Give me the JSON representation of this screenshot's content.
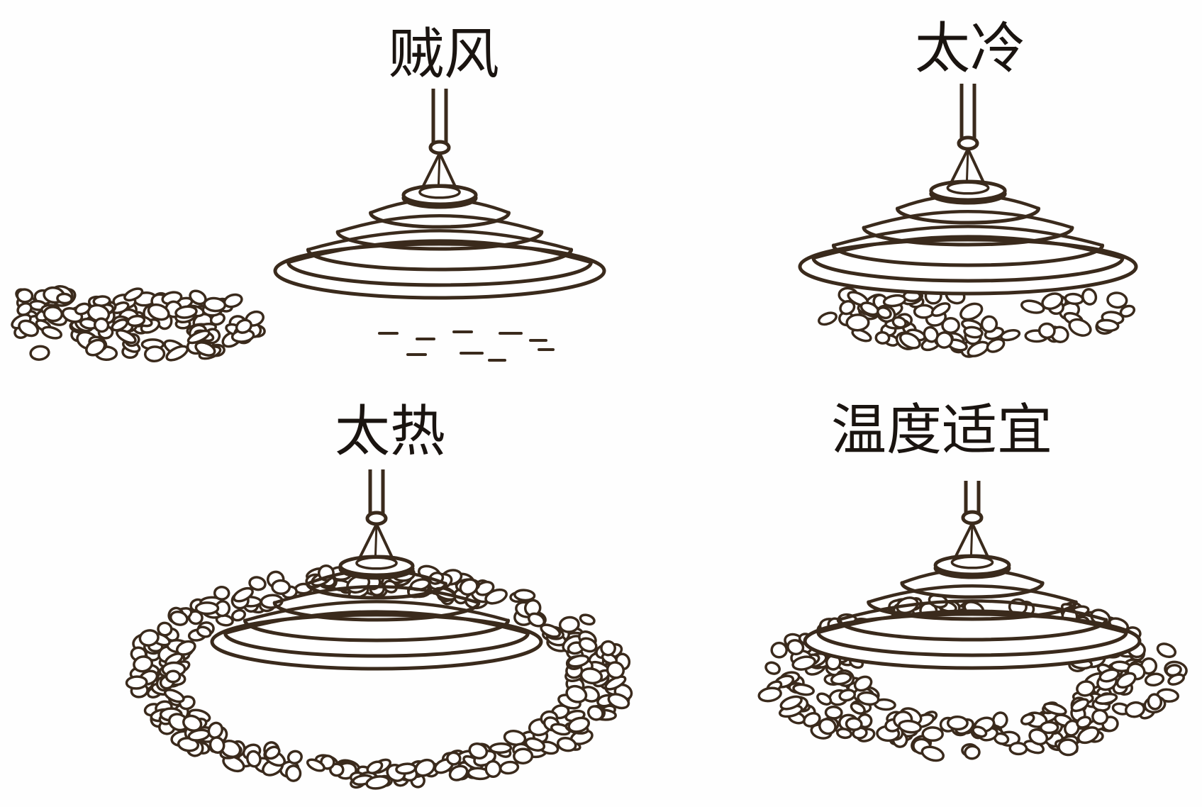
{
  "panels": [
    {
      "id": "draft",
      "label": "贼风",
      "distribution": "chicks-huddled-off-to-one-side-away-from-draft"
    },
    {
      "id": "cold",
      "label": "太冷",
      "distribution": "chicks-crowded-directly-under-brooder"
    },
    {
      "id": "hot",
      "label": "太热",
      "distribution": "chicks-spread-far-around-edges"
    },
    {
      "id": "suitable",
      "label": "温度适宜",
      "distribution": "chicks-evenly-spread-around-brooder"
    }
  ],
  "colors": {
    "ink": "#3a2a1c",
    "background": "#fefefe"
  },
  "icons": {
    "brooder": "hover-brooder-lamp-icon",
    "chick": "chick-blob-icon"
  }
}
